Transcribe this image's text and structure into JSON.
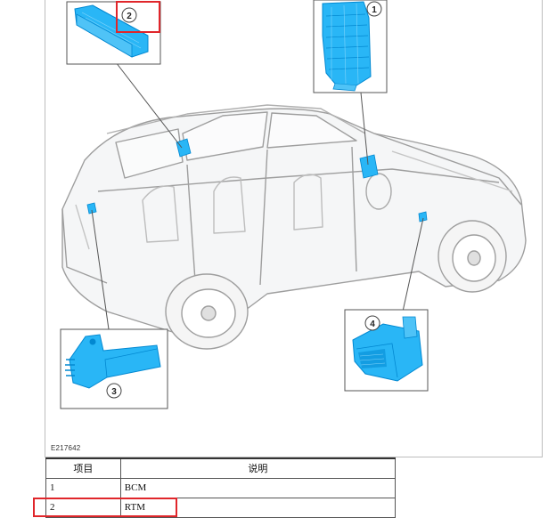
{
  "figure": {
    "id": "E217642",
    "callouts": [
      "1",
      "2",
      "3",
      "4"
    ]
  },
  "table": {
    "headers": [
      "项目",
      "说明"
    ],
    "rows": [
      {
        "item": "1",
        "desc": "BCM"
      },
      {
        "item": "2",
        "desc": "RTM"
      }
    ]
  },
  "colors": {
    "module": "#29b6f6",
    "module_dark": "#0288d1",
    "highlight": "#e0262b",
    "car_line": "#9e9e9e"
  }
}
